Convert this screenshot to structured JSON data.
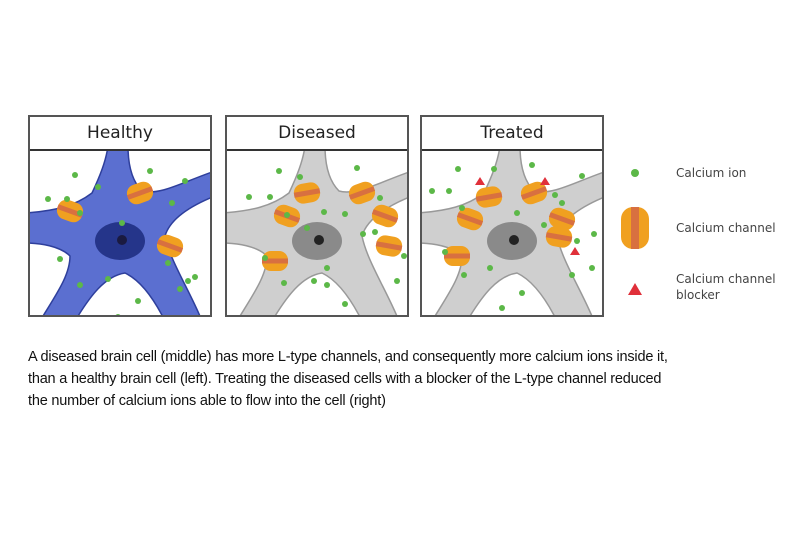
{
  "panels": [
    {
      "title": "Healthy",
      "state": "healthy",
      "cell_color": "#5b6fd0",
      "nucleus_color": "#25358a"
    },
    {
      "title": "Diseased",
      "state": "diseased",
      "cell_color": "#cfcfcf",
      "nucleus_color": "#8a8a8a"
    },
    {
      "title": "Treated",
      "state": "treated",
      "cell_color": "#cfcfcf",
      "nucleus_color": "#8a8a8a"
    }
  ],
  "legend": {
    "items": [
      {
        "label": "Calcium ion",
        "icon": "calcium-ion-icon"
      },
      {
        "label": "Calcium channel",
        "icon": "calcium-channel-icon"
      },
      {
        "label_line1": "Calcium channel",
        "label_line2": "blocker",
        "icon": "blocker-icon"
      }
    ]
  },
  "caption": {
    "line1": "A diseased brain cell (middle) has more L-type channels, and consequently more calcium ions inside it,",
    "line2": "than a healthy brain cell (left). Treating the diseased cells with a blocker of the L-type channel reduced",
    "line3": "the number of calcium ions able to flow into the cell (right)"
  },
  "colors": {
    "ion": "#5cb848",
    "channel": "#f0a020",
    "channel_stripe": "#d87040",
    "blocker": "#e0303a"
  }
}
